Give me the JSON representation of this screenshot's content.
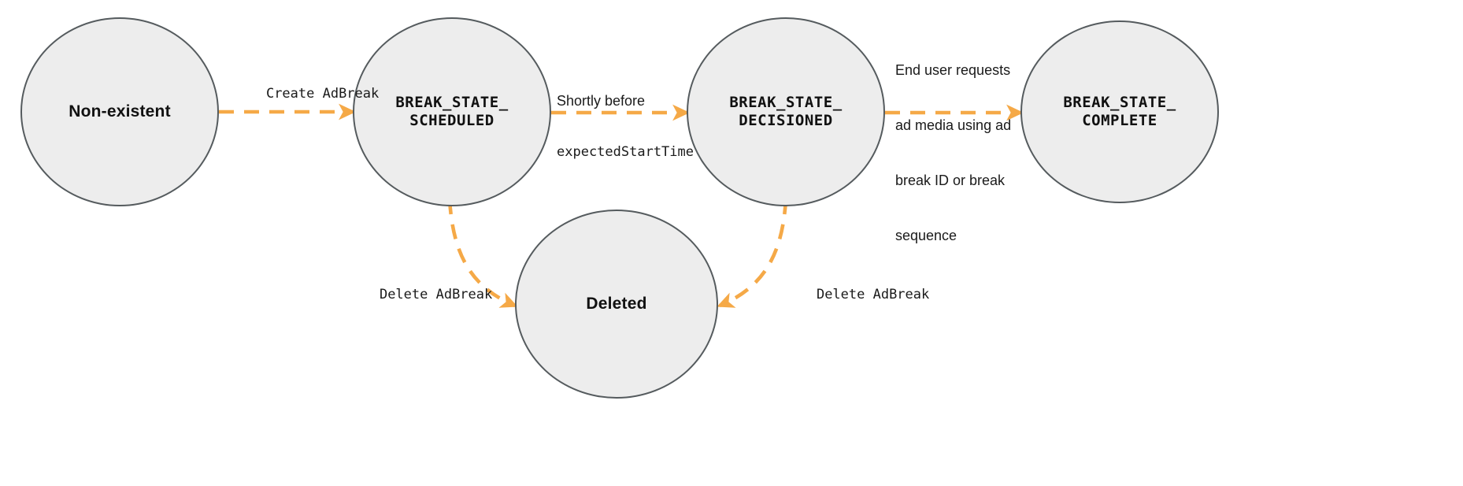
{
  "diagram": {
    "title": "AdBreak state transition diagram",
    "accent_color": "#f5a947",
    "node_fill": "#ededed",
    "node_stroke": "#555b5e",
    "text_color": "#111111"
  },
  "nodes": [
    {
      "id": "non-existent",
      "label": "Non-existent",
      "style": "sans"
    },
    {
      "id": "scheduled",
      "label_line1": "BREAK_STATE_",
      "label_line2": "SCHEDULED",
      "style": "mono"
    },
    {
      "id": "decisioned",
      "label_line1": "BREAK_STATE_",
      "label_line2": "DECISIONED",
      "style": "mono"
    },
    {
      "id": "complete",
      "label_line1": "BREAK_STATE_",
      "label_line2": "COMPLETE",
      "style": "mono"
    },
    {
      "id": "deleted",
      "label": "Deleted",
      "style": "sans"
    }
  ],
  "edges": [
    {
      "id": "create",
      "from": "non-existent",
      "to": "scheduled",
      "label": "Create AdBreak",
      "label_style": "mono"
    },
    {
      "id": "shortly-before",
      "from": "scheduled",
      "to": "decisioned",
      "label_line1": "Shortly before",
      "label_line1_style": "sans",
      "label_line2": "expectedStartTime",
      "label_line2_style": "mono"
    },
    {
      "id": "end-user-request",
      "from": "decisioned",
      "to": "complete",
      "label_line1": "End user requests",
      "label_line2": "ad media using ad",
      "label_line3": "break ID or break",
      "label_line4": "sequence",
      "label_style": "sans"
    },
    {
      "id": "delete-scheduled",
      "from": "scheduled",
      "to": "deleted",
      "label": "Delete AdBreak",
      "label_style": "mono"
    },
    {
      "id": "delete-decisioned",
      "from": "decisioned",
      "to": "deleted",
      "label": "Delete AdBreak",
      "label_style": "mono"
    }
  ]
}
